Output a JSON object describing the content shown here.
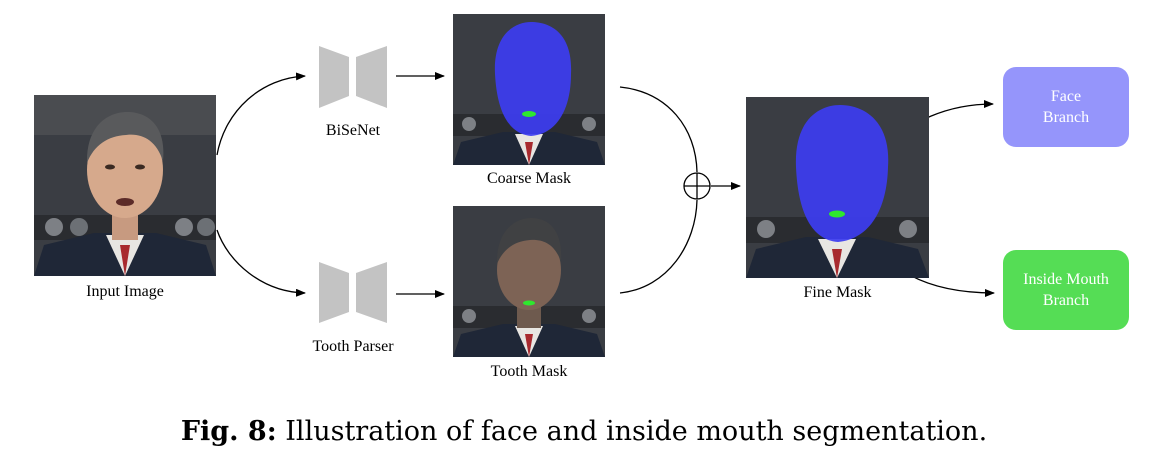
{
  "nodes": {
    "input_image": {
      "label": "Input Image"
    },
    "bisenet": {
      "label": "BiSeNet"
    },
    "tooth_parser": {
      "label": "Tooth Parser"
    },
    "coarse_mask": {
      "label": "Coarse Mask"
    },
    "tooth_mask": {
      "label": "Tooth Mask"
    },
    "fine_mask": {
      "label": "Fine Mask"
    },
    "face_branch": {
      "line1": "Face",
      "line2": "Branch",
      "color": "#9595fb"
    },
    "mouth_branch": {
      "line1": "Inside Mouth",
      "line2": "Branch",
      "color": "#55dd55"
    }
  },
  "operators": {
    "sum": "⊕"
  },
  "caption": {
    "prefix": "Fig. 8:",
    "text": " Illustration of face and inside mouth segmentation."
  },
  "colors": {
    "face_mask": "#3c3cf0",
    "mouth_mask": "#2ee82e",
    "network_block": "#c3c3c3"
  }
}
